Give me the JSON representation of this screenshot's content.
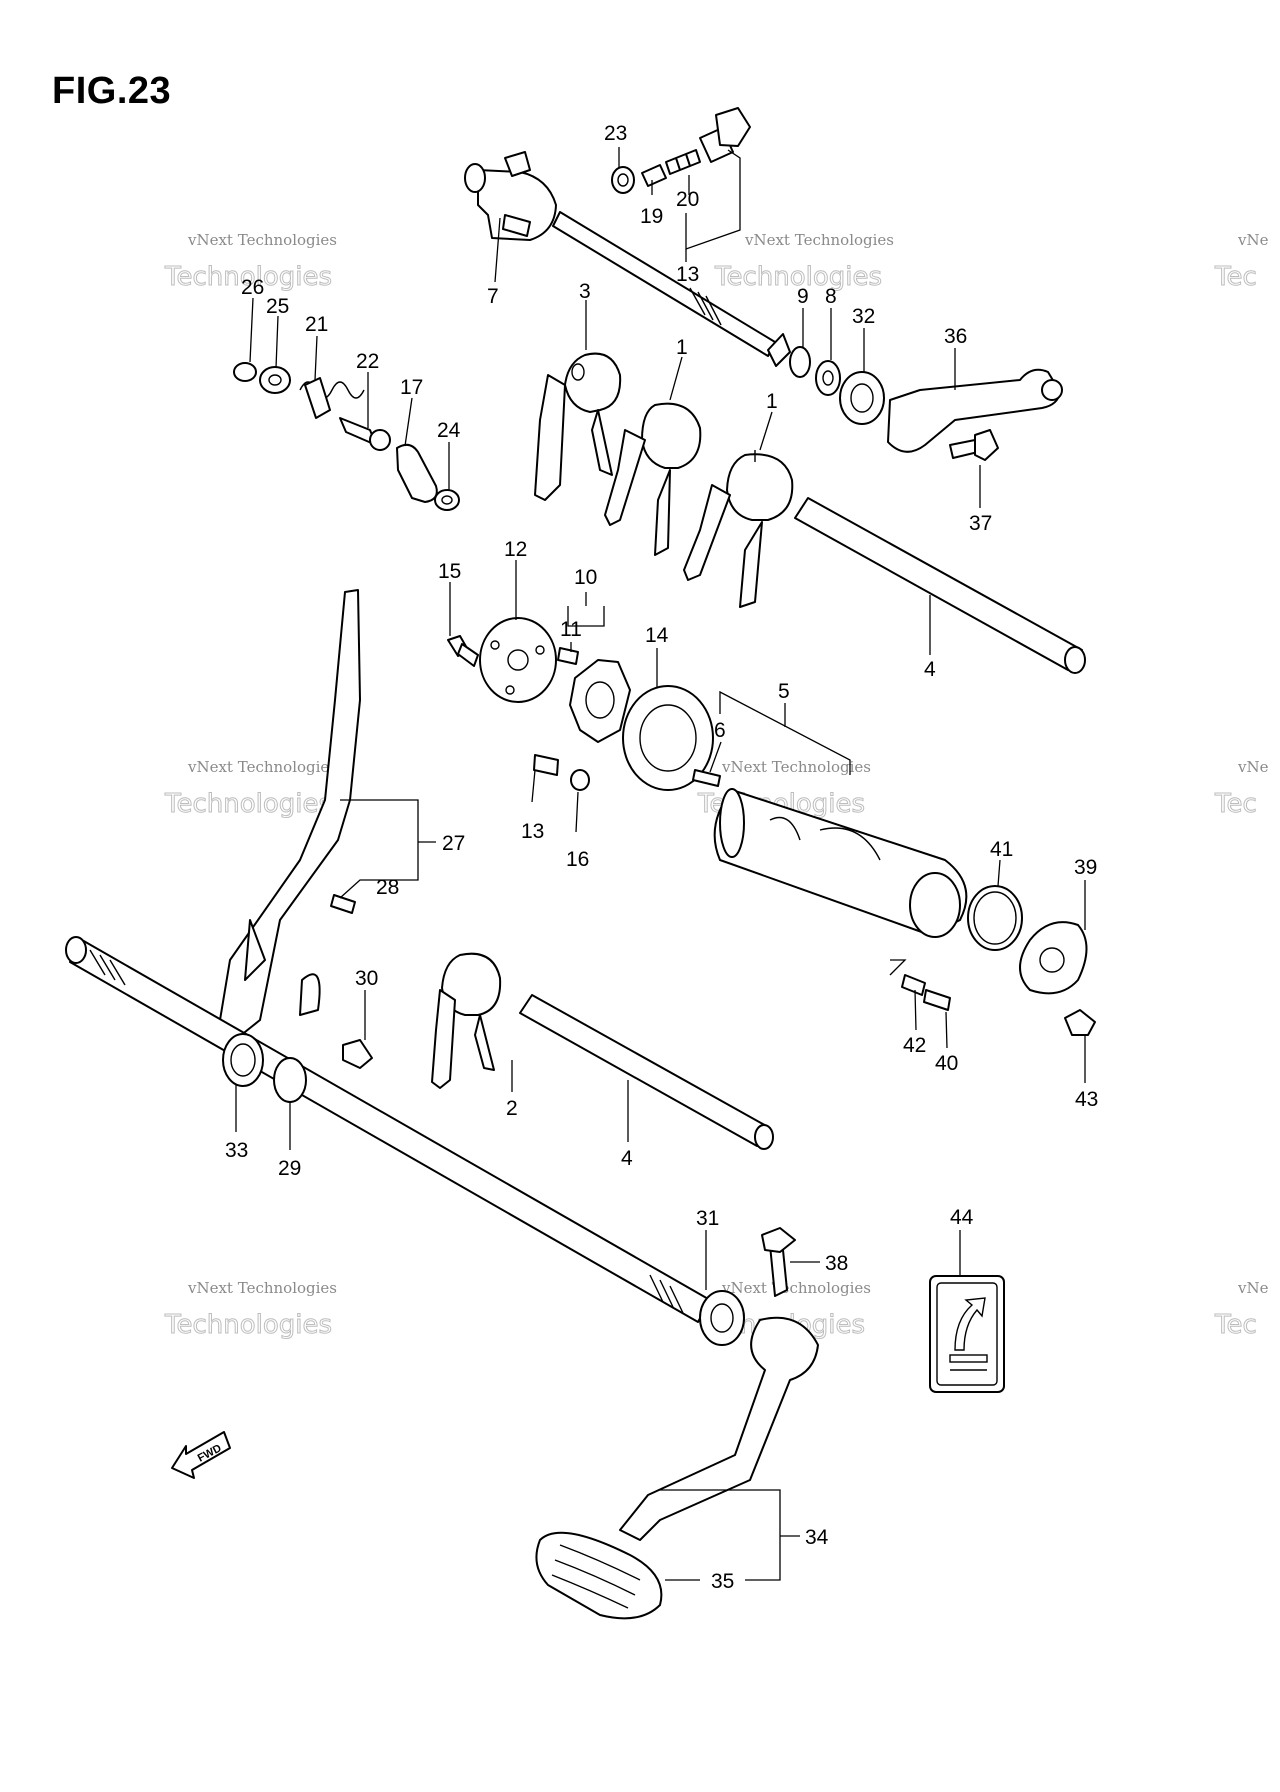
{
  "figure": {
    "title": "FIG.23"
  },
  "watermark": {
    "line1": "vNext Technologies",
    "line2": "Technologies",
    "edge_line1": "vNe",
    "edge_line2": "Tec"
  },
  "fwd_arrow": {
    "label": "FWD"
  },
  "callouts": {
    "c1a": "1",
    "c1b": "1",
    "c2": "2",
    "c3": "3",
    "c4a": "4",
    "c4b": "4",
    "c5": "5",
    "c6": "6",
    "c7": "7",
    "c8": "8",
    "c9": "9",
    "c10": "10",
    "c11": "11",
    "c12": "12",
    "c13a": "13",
    "c13b": "13",
    "c14": "14",
    "c15": "15",
    "c16": "16",
    "c17": "17",
    "c19": "19",
    "c20": "20",
    "c21": "21",
    "c22": "22",
    "c23": "23",
    "c24": "24",
    "c25": "25",
    "c26": "26",
    "c27": "27",
    "c28": "28",
    "c29": "29",
    "c30": "30",
    "c31": "31",
    "c32": "32",
    "c33": "33",
    "c34": "34",
    "c35": "35",
    "c36": "36",
    "c37": "37",
    "c38": "38",
    "c39": "39",
    "c40": "40",
    "c41": "41",
    "c42": "42",
    "c43": "43",
    "c44": "44"
  }
}
